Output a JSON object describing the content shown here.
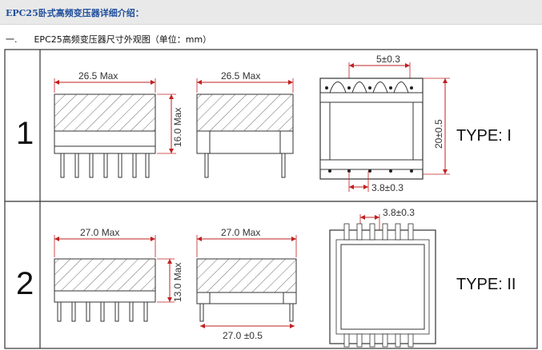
{
  "header": {
    "title": "EPC25卧式高频变压器详细介绍：",
    "section_label": "一.",
    "section_text": "EPC25高频变压器尺寸外观图（单位：mm）"
  },
  "rows": [
    {
      "number": "1",
      "width_label_1": "26.5 Max",
      "height_label": "16.0 Max",
      "width_label_2": "26.5 Max",
      "pitch_top_label": "5±0.3",
      "height_side_label": "20±0.5",
      "pitch_bottom_label": "3.8±0.3",
      "type_label": "TYPE: I"
    },
    {
      "number": "2",
      "width_label_1": "27.0 Max",
      "height_label": "13.0 Max",
      "width_label_2": "27.0 Max",
      "bottom_label": "27.0 ±0.5",
      "pitch_top_label": "3.8±0.3",
      "type_label": "TYPE: II"
    }
  ]
}
